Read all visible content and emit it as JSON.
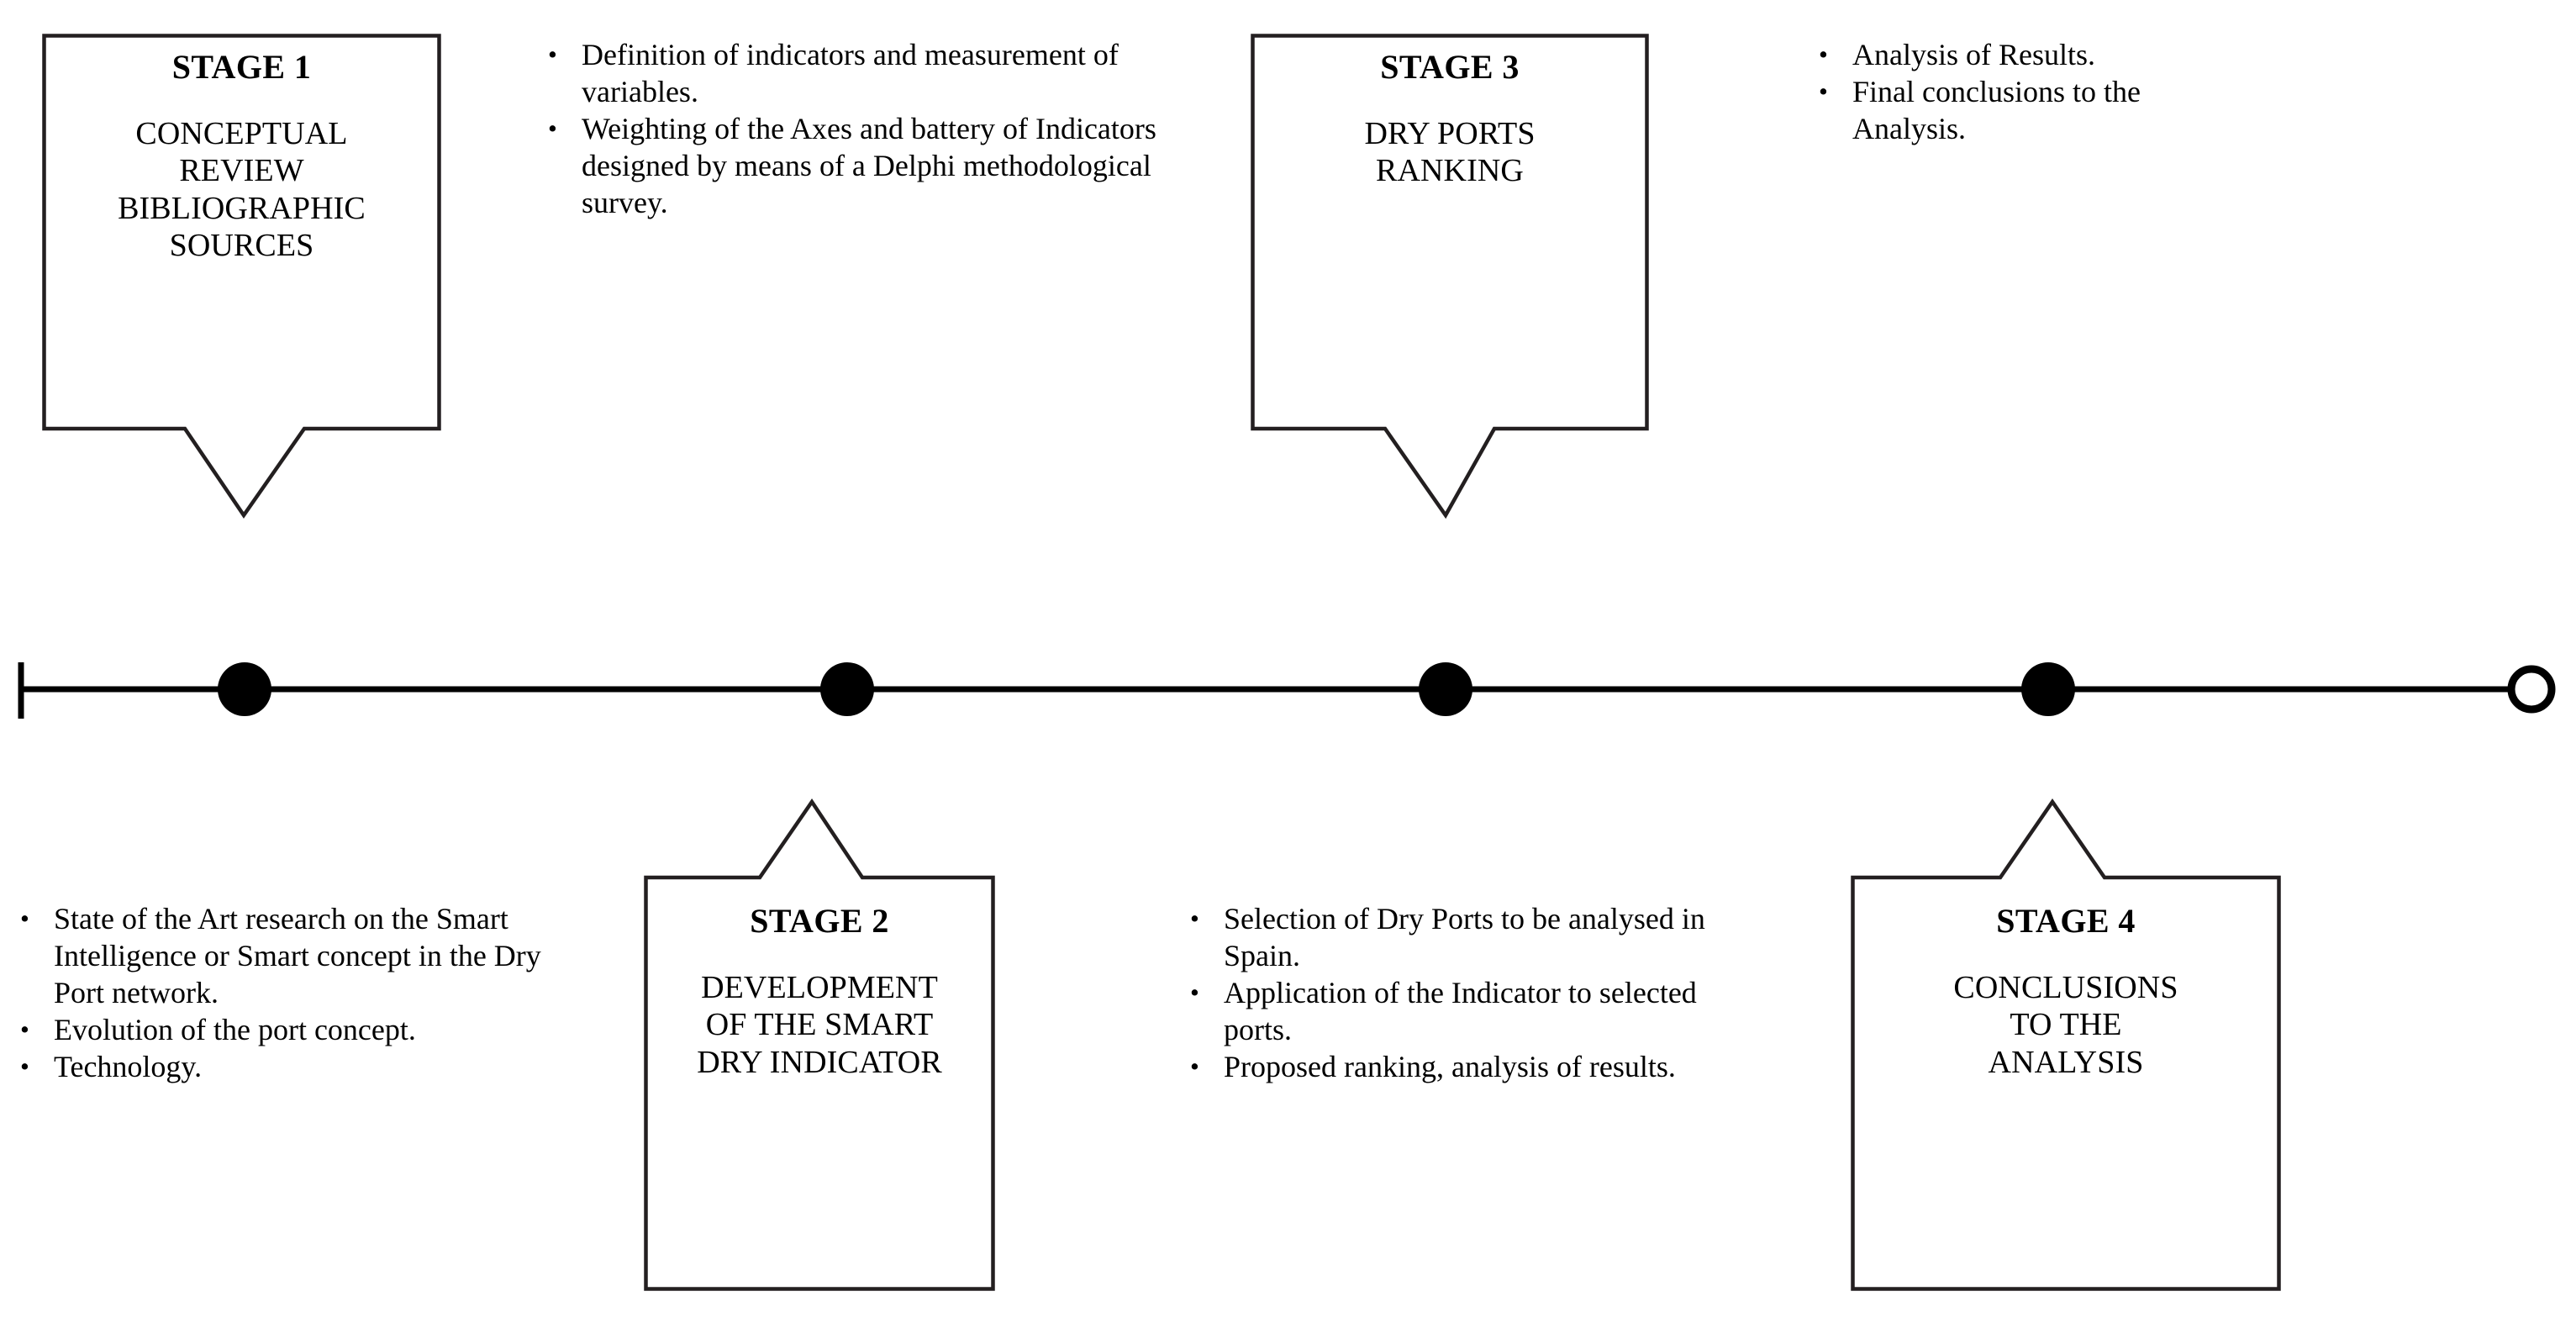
{
  "figure": {
    "title": "Four-stage research methodology timeline",
    "background_color": "#ffffff",
    "line_color": "#231f20",
    "node_color": "#000000"
  },
  "timeline": {
    "start_cap": "tick-bar",
    "end_cap": "hollow-circle",
    "nodes": [
      {
        "id": "node-1",
        "label": "Stage 1 milestone",
        "style": "filled"
      },
      {
        "id": "node-2",
        "label": "Stage 2 milestone",
        "style": "filled"
      },
      {
        "id": "node-3",
        "label": "Stage 3 milestone",
        "style": "filled"
      },
      {
        "id": "node-4",
        "label": "Stage 4 milestone",
        "style": "filled"
      },
      {
        "id": "node-end",
        "label": "Timeline end",
        "style": "hollow"
      }
    ]
  },
  "stages": [
    {
      "id": "stage-1",
      "title": "STAGE 1",
      "description_lines": [
        "CONCEPTUAL",
        "REVIEW",
        "BIBLIOGRAPHIC",
        "SOURCES"
      ],
      "position": "above"
    },
    {
      "id": "stage-2",
      "title": "STAGE 2",
      "description_lines": [
        "DEVELOPMENT",
        "OF THE SMART",
        "DRY INDICATOR"
      ],
      "position": "below"
    },
    {
      "id": "stage-3",
      "title": "STAGE 3",
      "description_lines": [
        "DRY PORTS",
        "RANKING"
      ],
      "position": "above"
    },
    {
      "id": "stage-4",
      "title": "STAGE 4",
      "description_lines": [
        "CONCLUSIONS",
        "TO THE",
        "ANALYSIS"
      ],
      "position": "below"
    }
  ],
  "bullet_groups": [
    {
      "id": "bullets-stage-1",
      "position": "below-left",
      "marker": "•",
      "items": [
        "State of the Art research on the Smart Intelligence or Smart concept in the Dry Port network.",
        "Evolution of the port concept.",
        "Technology."
      ]
    },
    {
      "id": "bullets-stage-2",
      "position": "above",
      "marker": "•",
      "items": [
        "Definition of indicators and measurement of variables.",
        "Weighting of the Axes and battery of Indicators designed by means of a Delphi methodological survey."
      ]
    },
    {
      "id": "bullets-stage-3",
      "position": "below",
      "marker": "•",
      "items": [
        "Selection of Dry Ports to be analysed in Spain.",
        "Application of the Indicator to selected ports.",
        "Proposed ranking, analysis of results."
      ]
    },
    {
      "id": "bullets-stage-4",
      "position": "above-right",
      "marker": "•",
      "items": [
        "Analysis of Results.",
        "Final conclusions to the Analysis."
      ]
    }
  ]
}
